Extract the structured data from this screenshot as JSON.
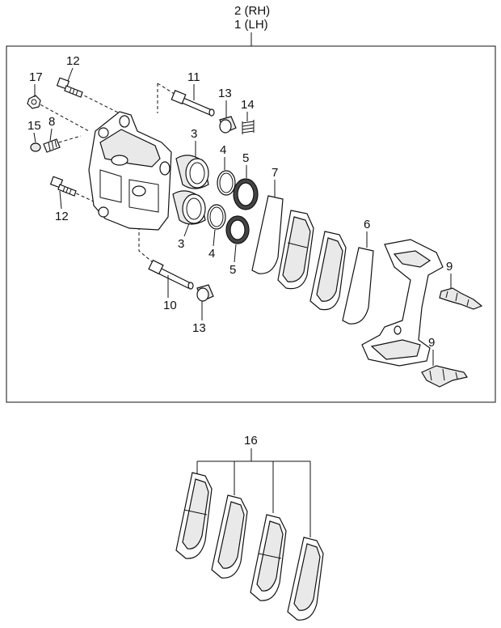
{
  "assembly": {
    "rh_label": "2 (RH)",
    "lh_label": "1 (LH)"
  },
  "callouts": {
    "c17": "17",
    "c12_top": "12",
    "c15": "15",
    "c8": "8",
    "c12_bottom": "12",
    "c11": "11",
    "c13_top": "13",
    "c14": "14",
    "c3_top": "3",
    "c4_top": "4",
    "c5_top": "5",
    "c7": "7",
    "c3_bottom": "3",
    "c4_bottom": "4",
    "c5_bottom": "5",
    "c6": "6",
    "c9_top": "9",
    "c9_bottom": "9",
    "c10": "10",
    "c13_bottom": "13",
    "c16": "16"
  }
}
